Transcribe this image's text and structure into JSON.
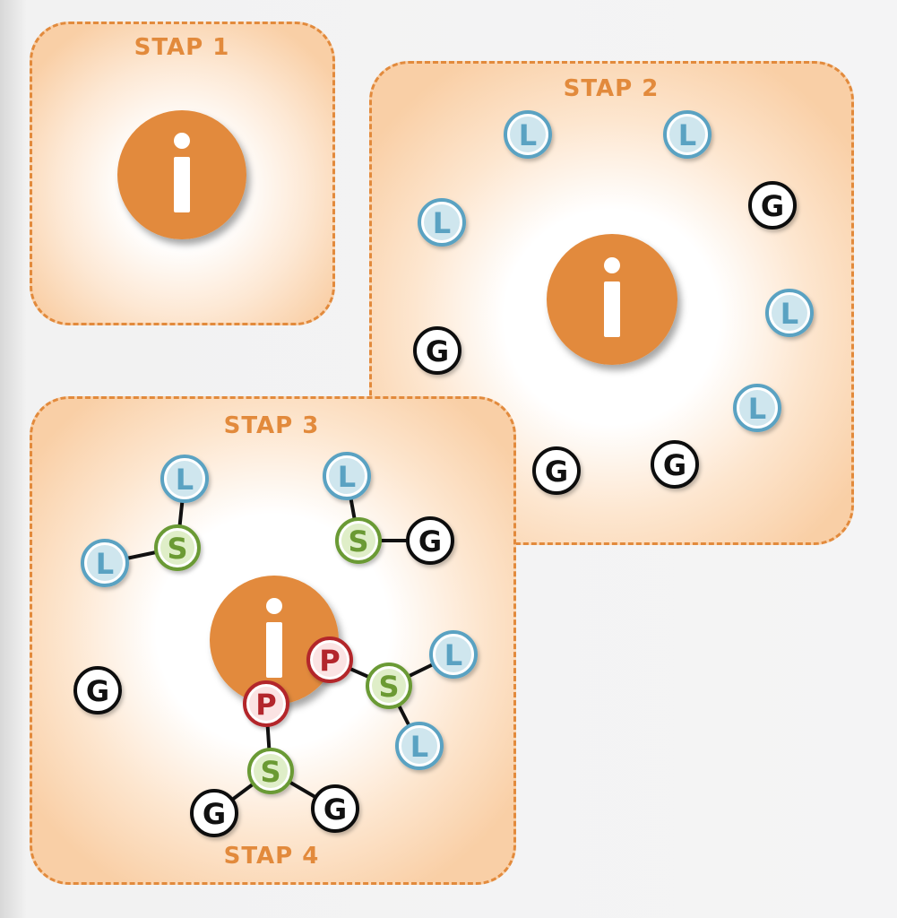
{
  "panels": {
    "stap1": {
      "label": "STAP 1"
    },
    "stap2": {
      "label": "STAP 2"
    },
    "stap3": {
      "label": "STAP 3"
    },
    "stap4": {
      "label": "STAP 4"
    }
  },
  "center_icon": {
    "glyph": "i",
    "name": "info-icon"
  },
  "node_letters": {
    "L": "L",
    "G": "G",
    "S": "S",
    "P": "P"
  },
  "colors": {
    "orange": "#e28a3c",
    "panel_fill": "#f9cfa6",
    "L_fill": "#cfe6ee",
    "L_border": "#5aa2c2",
    "S_fill": "#dfeec8",
    "S_border": "#6b9a34",
    "P_fill": "#fbe3e3",
    "P_border": "#b3262c",
    "G_fill": "#ffffff",
    "G_border": "#111111"
  }
}
